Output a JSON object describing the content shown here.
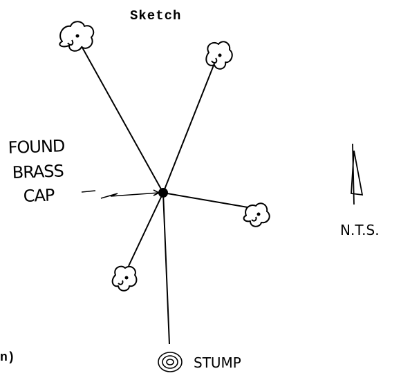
{
  "title": "Sketch",
  "fragment_text": "n)",
  "labels": {
    "found_line1": "FOUND",
    "found_line2": "BRASS",
    "found_line3": "CAP",
    "stump": "STUMP",
    "scale": "N.T.S."
  },
  "icons": {
    "tree": "tree-cloud-icon",
    "stump": "stump-rings-icon",
    "north": "north-arrow-icon",
    "monument": "brass-cap-dot-icon"
  },
  "colors": {
    "ink": "#000000",
    "background": "#ffffff"
  }
}
